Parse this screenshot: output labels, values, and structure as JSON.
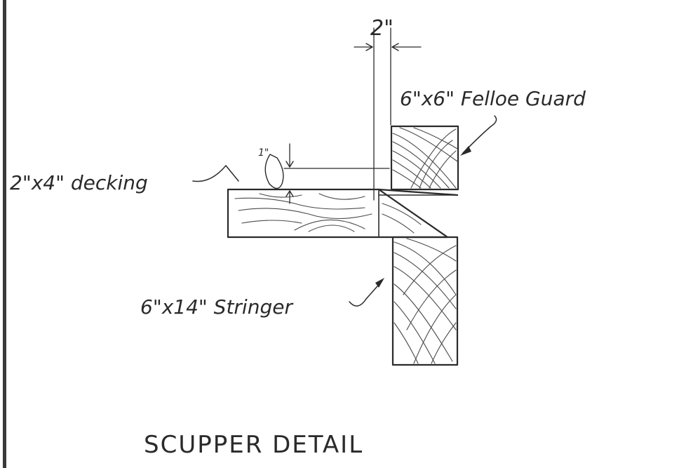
{
  "drawing": {
    "title": "SCUPPER DETAIL",
    "labels": {
      "gap_dimension": "2\"",
      "felloe_guard": "6\"x6\" Felloe Guard",
      "decking": "2\"x4\" decking",
      "stringer": "6\"x14\" Stringer",
      "small_dimension": "1\""
    },
    "colors": {
      "ink": "#2a2a2a",
      "border": "#3a3a3a"
    }
  }
}
